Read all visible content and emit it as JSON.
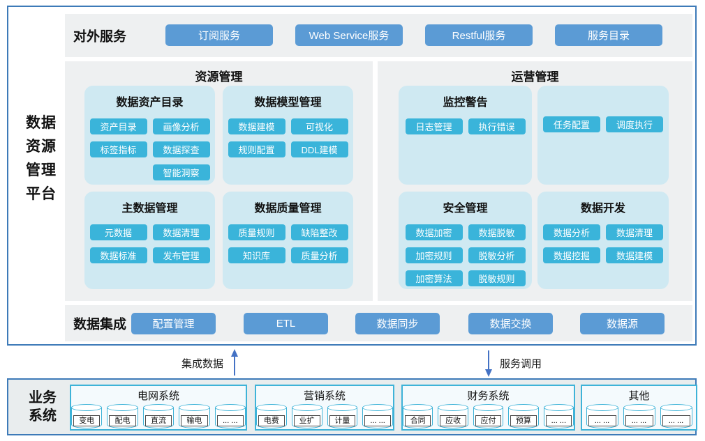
{
  "colors": {
    "frame_border": "#3d7ab8",
    "panel_gray": "#eef0f1",
    "block_blue": "#cfe9f2",
    "button_blue": "#5b9bd5",
    "button_cyan": "#3ab4da",
    "cyan_border": "#3eb3d8",
    "arrow_blue": "#4472c4"
  },
  "platform": {
    "title_lines": [
      "数据",
      "资源",
      "管理",
      "平台"
    ]
  },
  "external_services": {
    "label": "对外服务",
    "buttons": [
      "订阅服务",
      "Web Service服务",
      "Restful服务",
      "服务目录"
    ]
  },
  "resource_management": {
    "title": "资源管理",
    "data_asset_catalog": {
      "title": "数据资产目录",
      "buttons": [
        "资产目录",
        "画像分析",
        "标签指标",
        "数据探查",
        "智能洞察"
      ]
    },
    "data_model_mgmt": {
      "title": "数据模型管理",
      "buttons": [
        "数据建模",
        "可视化",
        "规则配置",
        "DDL建模"
      ]
    },
    "master_data_mgmt": {
      "title": "主数据管理",
      "buttons": [
        "元数据",
        "数据清理",
        "数据标准",
        "发布管理"
      ]
    },
    "data_quality_mgmt": {
      "title": "数据质量管理",
      "buttons": [
        "质量规则",
        "缺陷整改",
        "知识库",
        "质量分析"
      ]
    }
  },
  "operation_management": {
    "title": "运营管理",
    "monitoring": {
      "title": "监控警告",
      "buttons": [
        "日志管理",
        "执行错误"
      ]
    },
    "scheduling": {
      "buttons": [
        "任务配置",
        "调度执行"
      ]
    },
    "security_mgmt": {
      "title": "安全管理",
      "buttons": [
        "数据加密",
        "数据脱敏",
        "加密规则",
        "脱敏分析",
        "加密算法",
        "脱敏规则"
      ]
    },
    "data_development": {
      "title": "数据开发",
      "buttons": [
        "数据分析",
        "数据清理",
        "数据挖掘",
        "数据建模"
      ]
    }
  },
  "data_integration": {
    "label": "数据集成",
    "buttons": [
      "配置管理",
      "ETL",
      "数据同步",
      "数据交换",
      "数据源"
    ]
  },
  "flows": {
    "up_label": "集成数据",
    "down_label": "服务调用",
    "up_icon": "up-arrow-icon",
    "down_icon": "down-arrow-icon"
  },
  "business_systems": {
    "label_lines": [
      "业务",
      "系统"
    ],
    "groups": [
      {
        "title": "电网系统",
        "databases": [
          "变电",
          "配电",
          "直流",
          "输电",
          "... ..."
        ]
      },
      {
        "title": "营销系统",
        "databases": [
          "电费",
          "业扩",
          "计量",
          "... ..."
        ]
      },
      {
        "title": "财务系统",
        "databases": [
          "合同",
          "应收",
          "应付",
          "预算",
          "... ..."
        ]
      },
      {
        "title": "其他",
        "databases": [
          "... ...",
          "... ...",
          "... ..."
        ]
      }
    ]
  }
}
